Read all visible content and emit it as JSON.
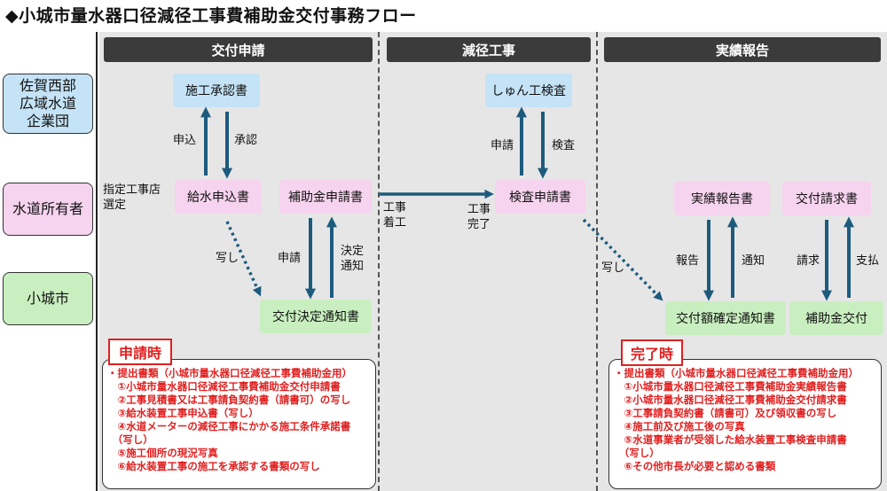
{
  "title": "◆小城市量水器口径減径工事費補助金交付事務フロー",
  "phases": {
    "apply": "交付申請",
    "reduce": "減径工事",
    "report": "実績報告"
  },
  "actors": {
    "water_authority": "佐賀西部\n広域水道\n企業団",
    "owner": "水道所有者",
    "city": "小城市"
  },
  "boxes": {
    "construction_approval": "施工承認書",
    "water_supply_application": "給水申込書",
    "subsidy_application": "補助金申請書",
    "grant_decision_notice": "交付決定通知書",
    "inspection": "しゅん工検査",
    "inspection_application": "検査申請書",
    "performance_report": "実績報告書",
    "grant_claim": "交付請求書",
    "amount_confirmation_notice": "交付額確定通知書",
    "subsidy_payment": "補助金交付"
  },
  "labels": {
    "designated_contractor": "指定工事店\n選定",
    "apply": "申込",
    "approve": "承認",
    "copy1": "写し",
    "application1": "申請",
    "decision_notice": "決定\n通知",
    "construction_start": "工事\n着工",
    "construction_done": "工事\n完了",
    "application2": "申請",
    "inspect": "検査",
    "copy2": "写し",
    "report": "報告",
    "notify": "通知",
    "claim": "請求",
    "payment": "支払"
  },
  "notes": {
    "apply": {
      "tag": "申請時",
      "text": "・提出書類（小城市量水器口径減径工事費補助金用）\n　①小城市量水器口径減径工事費補助金交付申請書\n　②工事見積書又は工事請負契約書（請書可）の写し\n　③給水装置工事申込書（写し）\n　④水道メーターの減径工事にかかる施工条件承諾書\n　（写し）\n　⑤施工個所の現況写真\n　⑥給水装置工事の施工を承認する書類の写し"
    },
    "complete": {
      "tag": "完了時",
      "text": "・提出書類（小城市量水器口径減径工事費補助金用）\n　①小城市量水器口径減径工事費補助金実績報告書\n　②小城市量水器口径減径工事費補助金交付請求書\n　③工事請負契約書（請書可）及び領収書の写し\n　④施工前及び施工後の写真\n　⑤水道事業者が受領した給水装置工事検査申請書\n　（写し）\n　⑥その他市長が必要と認める書類"
    }
  },
  "colors": {
    "arrow": "#1d5b7e",
    "note_text": "#e02020"
  }
}
